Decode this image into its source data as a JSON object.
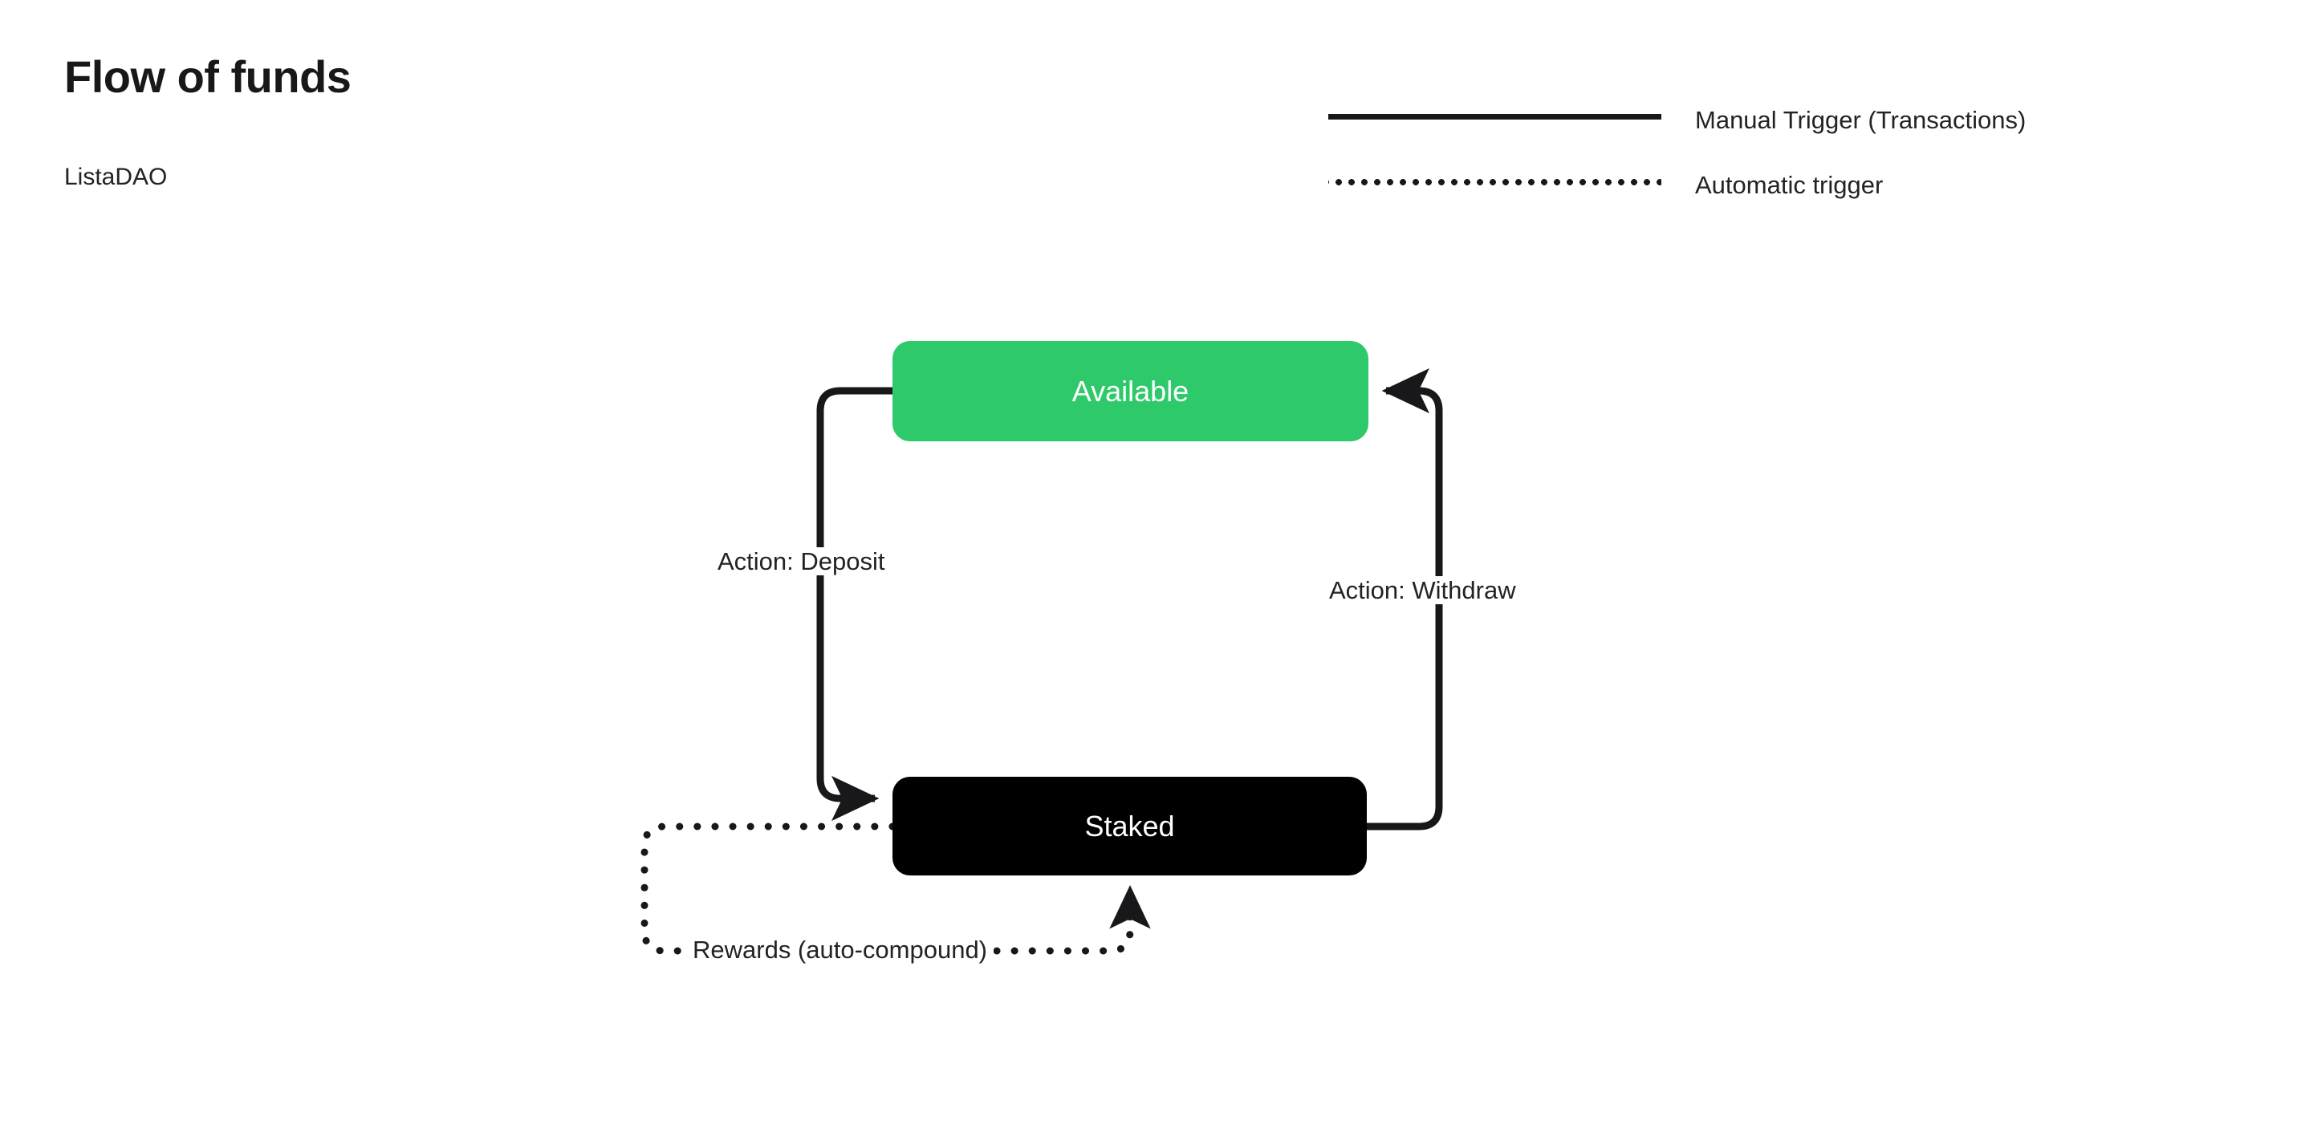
{
  "header": {
    "title": "Flow of funds",
    "subtitle": "ListaDAO"
  },
  "legend": {
    "items": [
      {
        "style": "solid",
        "label": "Manual Trigger (Transactions)"
      },
      {
        "style": "dotted",
        "label": "Automatic trigger"
      }
    ]
  },
  "diagram": {
    "type": "state-flow",
    "nodes": [
      {
        "id": "available",
        "label": "Available",
        "fill": "#2ec96a",
        "text_color": "#ffffff"
      },
      {
        "id": "staked",
        "label": "Staked",
        "fill": "#000000",
        "text_color": "#ffffff"
      }
    ],
    "edges": [
      {
        "id": "deposit",
        "from": "available",
        "to": "staked",
        "label": "Action: Deposit",
        "style": "solid",
        "trigger": "manual"
      },
      {
        "id": "withdraw",
        "from": "staked",
        "to": "available",
        "label": "Action: Withdraw",
        "style": "solid",
        "trigger": "manual"
      },
      {
        "id": "rewards",
        "from": "staked",
        "to": "staked",
        "label": "Rewards (auto-compound)",
        "style": "dotted",
        "trigger": "automatic"
      }
    ]
  },
  "colors": {
    "accent_green": "#2ec96a",
    "node_black": "#000000",
    "line": "#18181b",
    "background": "#ffffff",
    "text": "#232326"
  }
}
